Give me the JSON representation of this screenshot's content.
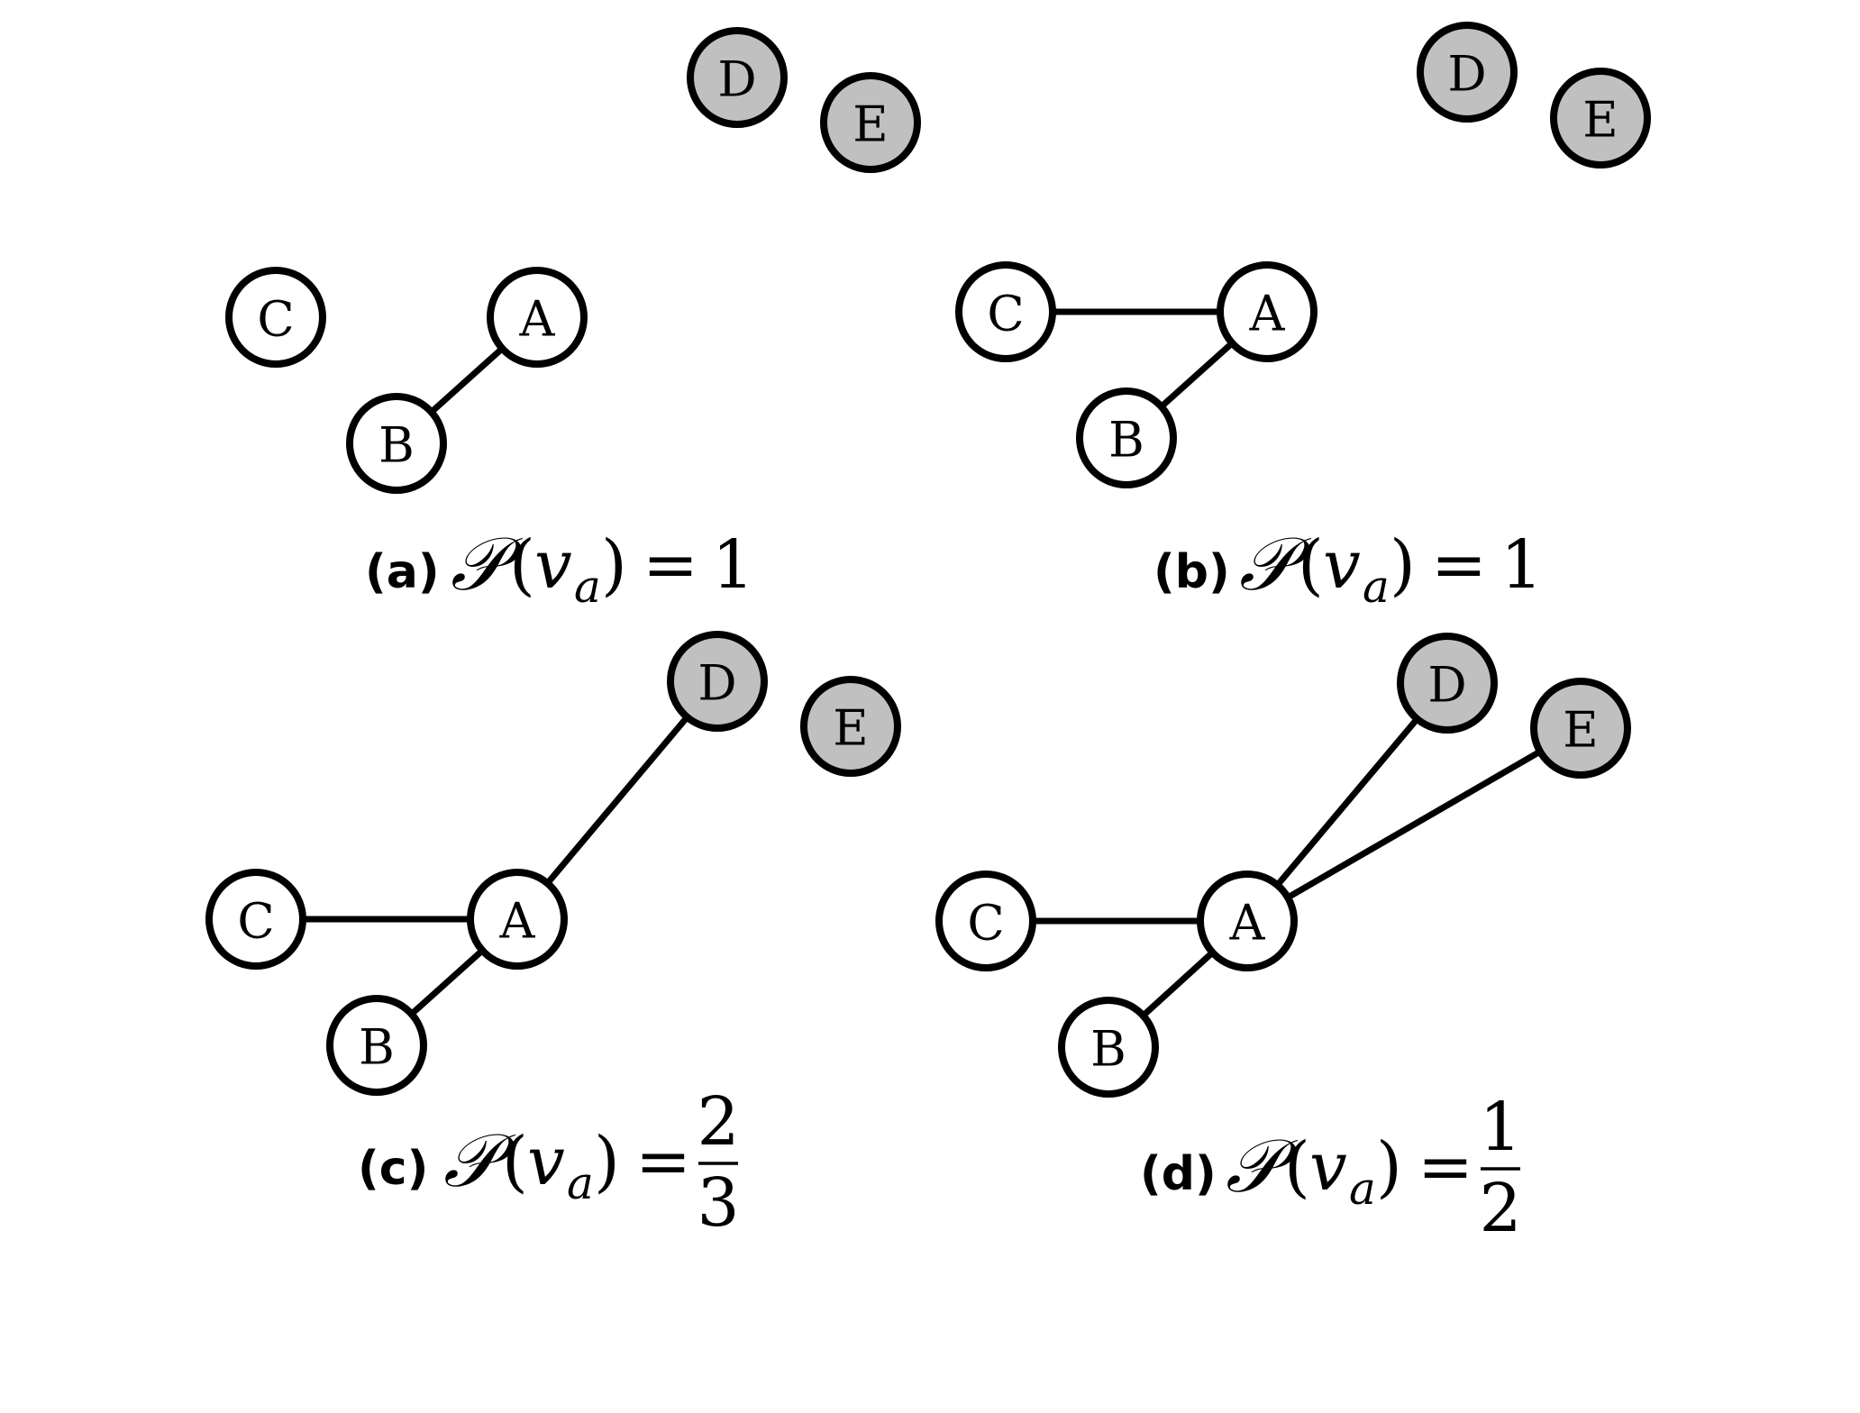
{
  "colors": {
    "node_fill_plain": "#ffffff",
    "node_fill_shaded": "#c0c0c0",
    "stroke": "#000000"
  },
  "panels": [
    {
      "id": "a",
      "caption": {
        "label": "(a)",
        "lhs_symbol": "𝒫",
        "lparen": "(",
        "var": "v",
        "sub": "a",
        "rparen": ")",
        "eq": "=",
        "value": "1"
      },
      "nodes": [
        {
          "id": "D",
          "label": "D",
          "shaded": true
        },
        {
          "id": "E",
          "label": "E",
          "shaded": true
        },
        {
          "id": "C",
          "label": "C",
          "shaded": false
        },
        {
          "id": "A",
          "label": "A",
          "shaded": false
        },
        {
          "id": "B",
          "label": "B",
          "shaded": false
        }
      ],
      "edges": [
        [
          "A",
          "B"
        ]
      ]
    },
    {
      "id": "b",
      "caption": {
        "label": "(b)",
        "lhs_symbol": "𝒫",
        "lparen": "(",
        "var": "v",
        "sub": "a",
        "rparen": ")",
        "eq": "=",
        "value": "1"
      },
      "nodes": [
        {
          "id": "D",
          "label": "D",
          "shaded": true
        },
        {
          "id": "E",
          "label": "E",
          "shaded": true
        },
        {
          "id": "C",
          "label": "C",
          "shaded": false
        },
        {
          "id": "A",
          "label": "A",
          "shaded": false
        },
        {
          "id": "B",
          "label": "B",
          "shaded": false
        }
      ],
      "edges": [
        [
          "C",
          "A"
        ],
        [
          "A",
          "B"
        ]
      ]
    },
    {
      "id": "c",
      "caption": {
        "label": "(c)",
        "lhs_symbol": "𝒫",
        "lparen": "(",
        "var": "v",
        "sub": "a",
        "rparen": ")",
        "eq": "=",
        "numerator": "2",
        "denominator": "3"
      },
      "nodes": [
        {
          "id": "D",
          "label": "D",
          "shaded": true
        },
        {
          "id": "E",
          "label": "E",
          "shaded": true
        },
        {
          "id": "C",
          "label": "C",
          "shaded": false
        },
        {
          "id": "A",
          "label": "A",
          "shaded": false
        },
        {
          "id": "B",
          "label": "B",
          "shaded": false
        }
      ],
      "edges": [
        [
          "C",
          "A"
        ],
        [
          "A",
          "B"
        ],
        [
          "A",
          "D"
        ]
      ]
    },
    {
      "id": "d",
      "caption": {
        "label": "(d)",
        "lhs_symbol": "𝒫",
        "lparen": "(",
        "var": "v",
        "sub": "a",
        "rparen": ")",
        "eq": "=",
        "numerator": "1",
        "denominator": "2"
      },
      "nodes": [
        {
          "id": "D",
          "label": "D",
          "shaded": true
        },
        {
          "id": "E",
          "label": "E",
          "shaded": true
        },
        {
          "id": "C",
          "label": "C",
          "shaded": false
        },
        {
          "id": "A",
          "label": "A",
          "shaded": false
        },
        {
          "id": "B",
          "label": "B",
          "shaded": false
        }
      ],
      "edges": [
        [
          "C",
          "A"
        ],
        [
          "A",
          "B"
        ],
        [
          "A",
          "D"
        ],
        [
          "A",
          "E"
        ]
      ]
    }
  ]
}
